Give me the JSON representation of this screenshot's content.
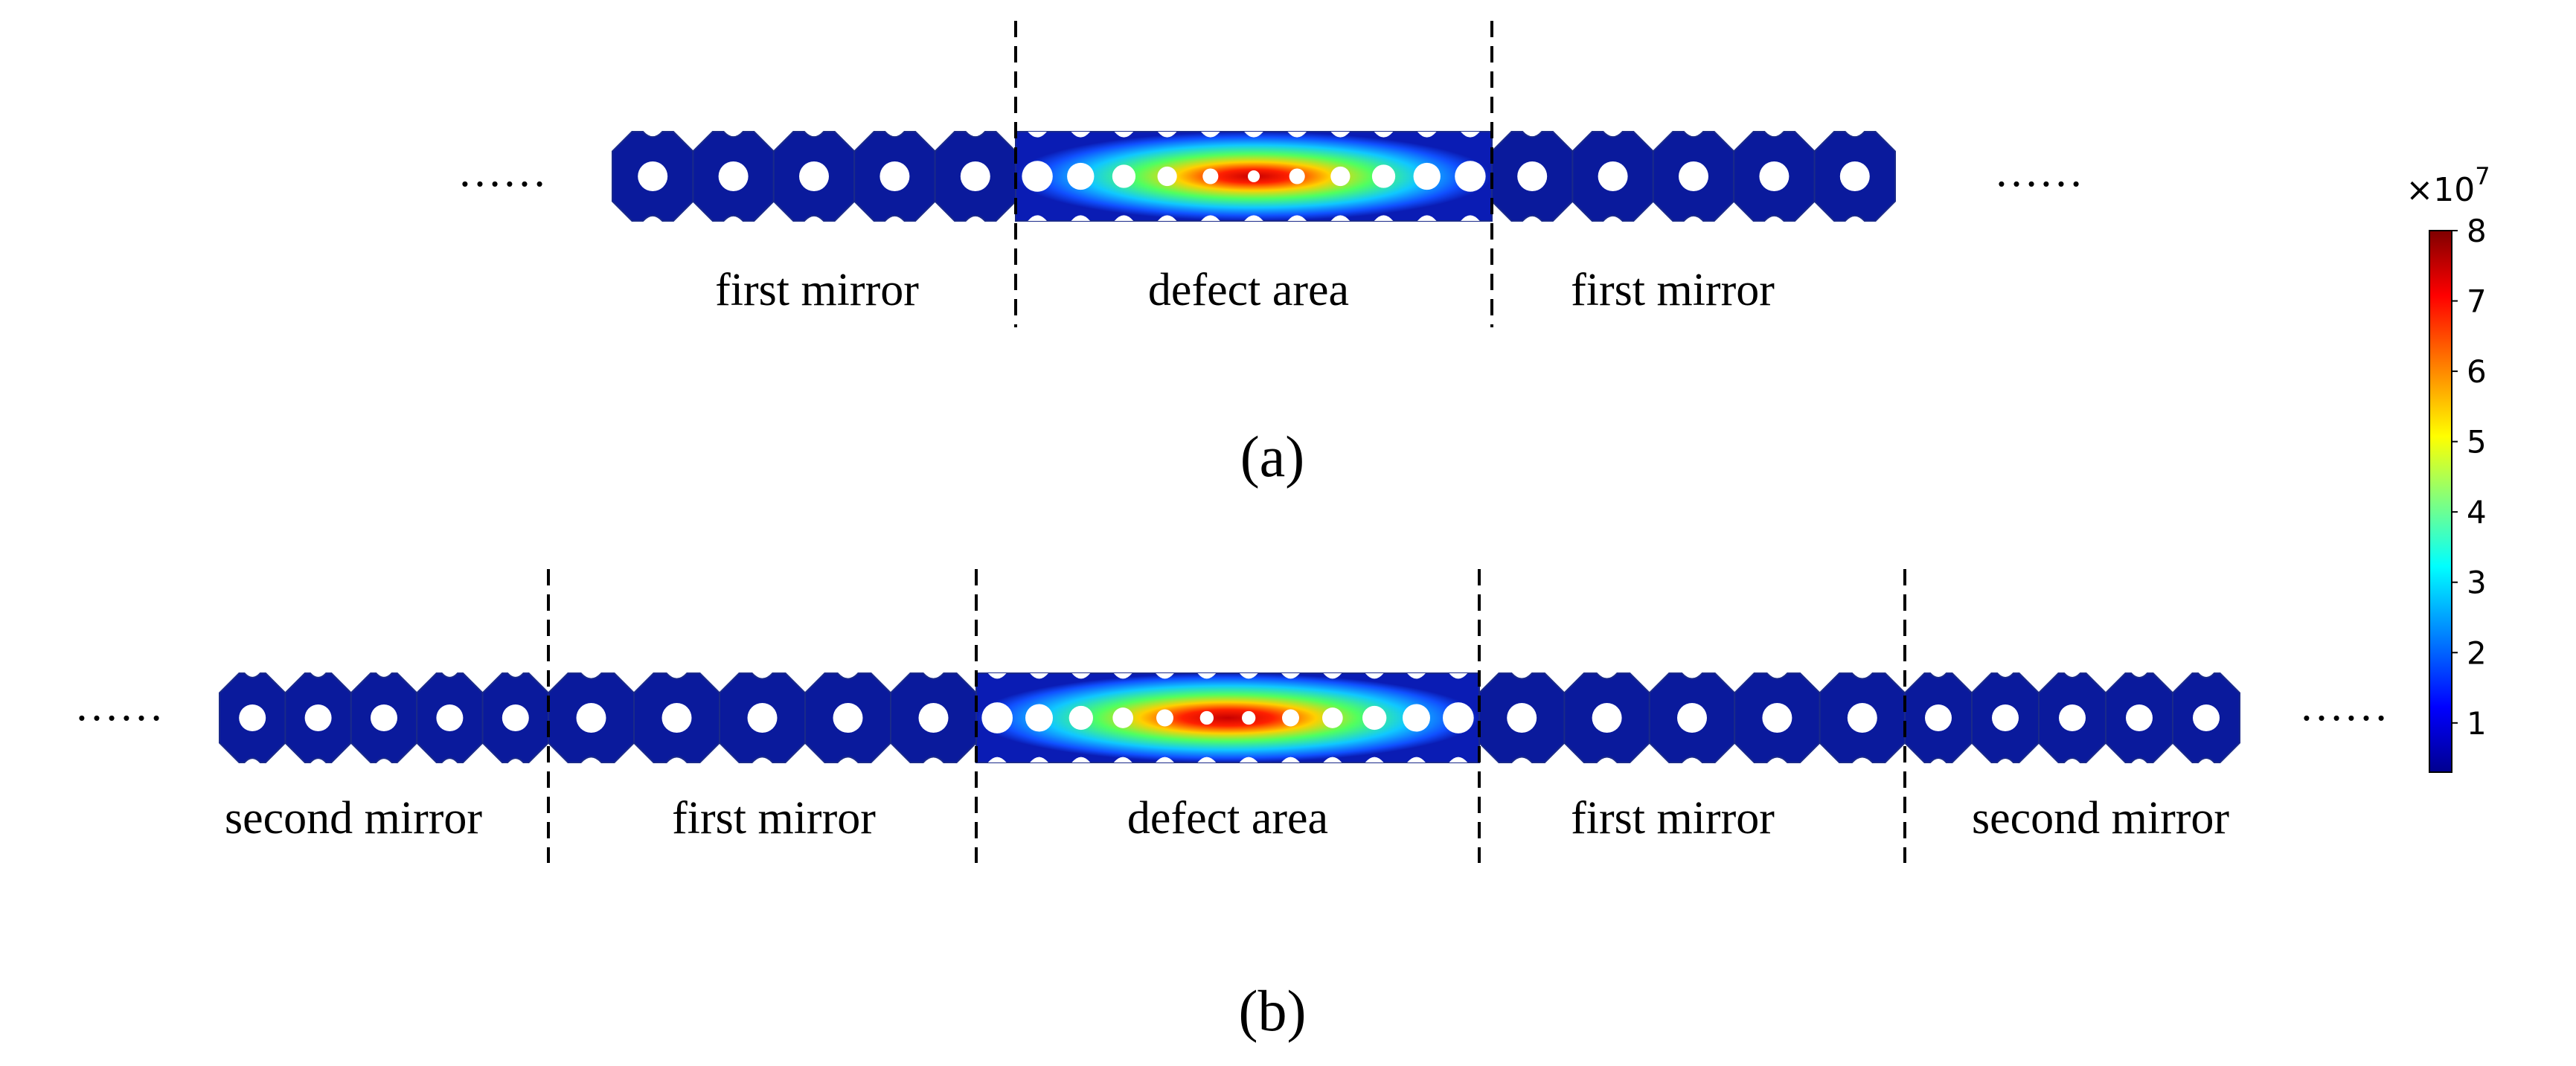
{
  "panel_a": {
    "caption": "(a)",
    "ellipsis_left": "……",
    "ellipsis_right": "……",
    "labels": [
      "first mirror",
      "defect area",
      "first mirror"
    ]
  },
  "panel_b": {
    "caption": "(b)",
    "ellipsis_left": "……",
    "ellipsis_right": "……",
    "labels": [
      "second mirror",
      "first mirror",
      "defect area",
      "first mirror",
      "second mirror"
    ]
  },
  "colorbar": {
    "multiplier_base": "×10",
    "multiplier_exponent": "7",
    "ticks": [
      "1",
      "2",
      "3",
      "4",
      "5",
      "6",
      "7",
      "8"
    ],
    "colors": [
      "#00008f",
      "#0000ff",
      "#00ffff",
      "#ffff00",
      "#ff0000",
      "#800000"
    ]
  }
}
